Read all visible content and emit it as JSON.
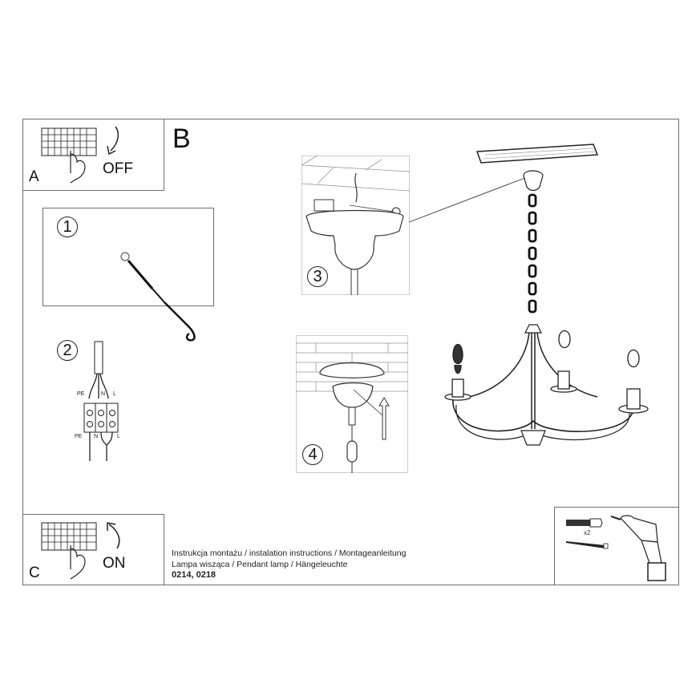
{
  "sheet": {
    "title_section_letter": "B",
    "colors": {
      "line": "#222222",
      "frame": "#6e6e6e",
      "background": "#ffffff"
    }
  },
  "panel_a": {
    "letter": "A",
    "label": "OFF",
    "icon": "circuit-breaker-off-icon"
  },
  "panel_c": {
    "letter": "C",
    "label": "ON",
    "icon": "circuit-breaker-on-icon"
  },
  "steps": [
    {
      "number": "1",
      "description": "ceiling-hook-with-anchor"
    },
    {
      "number": "2",
      "description": "wire-terminal-block",
      "wire_labels_top": [
        "PE",
        "N",
        "L"
      ],
      "wire_labels_bottom": [
        "PE",
        "N",
        "L"
      ]
    },
    {
      "number": "3",
      "description": "ceiling-canopy-connection",
      "symbol": "ground-symbol"
    },
    {
      "number": "4",
      "description": "lift-canopy-to-ceiling"
    }
  ],
  "tools": {
    "quantity_label": "x2",
    "items": [
      "wall-plug-icon",
      "screw-icon",
      "drill-icon"
    ]
  },
  "footer": {
    "line1": "Instrukcja montażu / instalation instructions / Montageanleitung",
    "line2": "Lampa wisząca / Pendant lamp / Hängeleuchte",
    "line3": "0214, 0218"
  }
}
